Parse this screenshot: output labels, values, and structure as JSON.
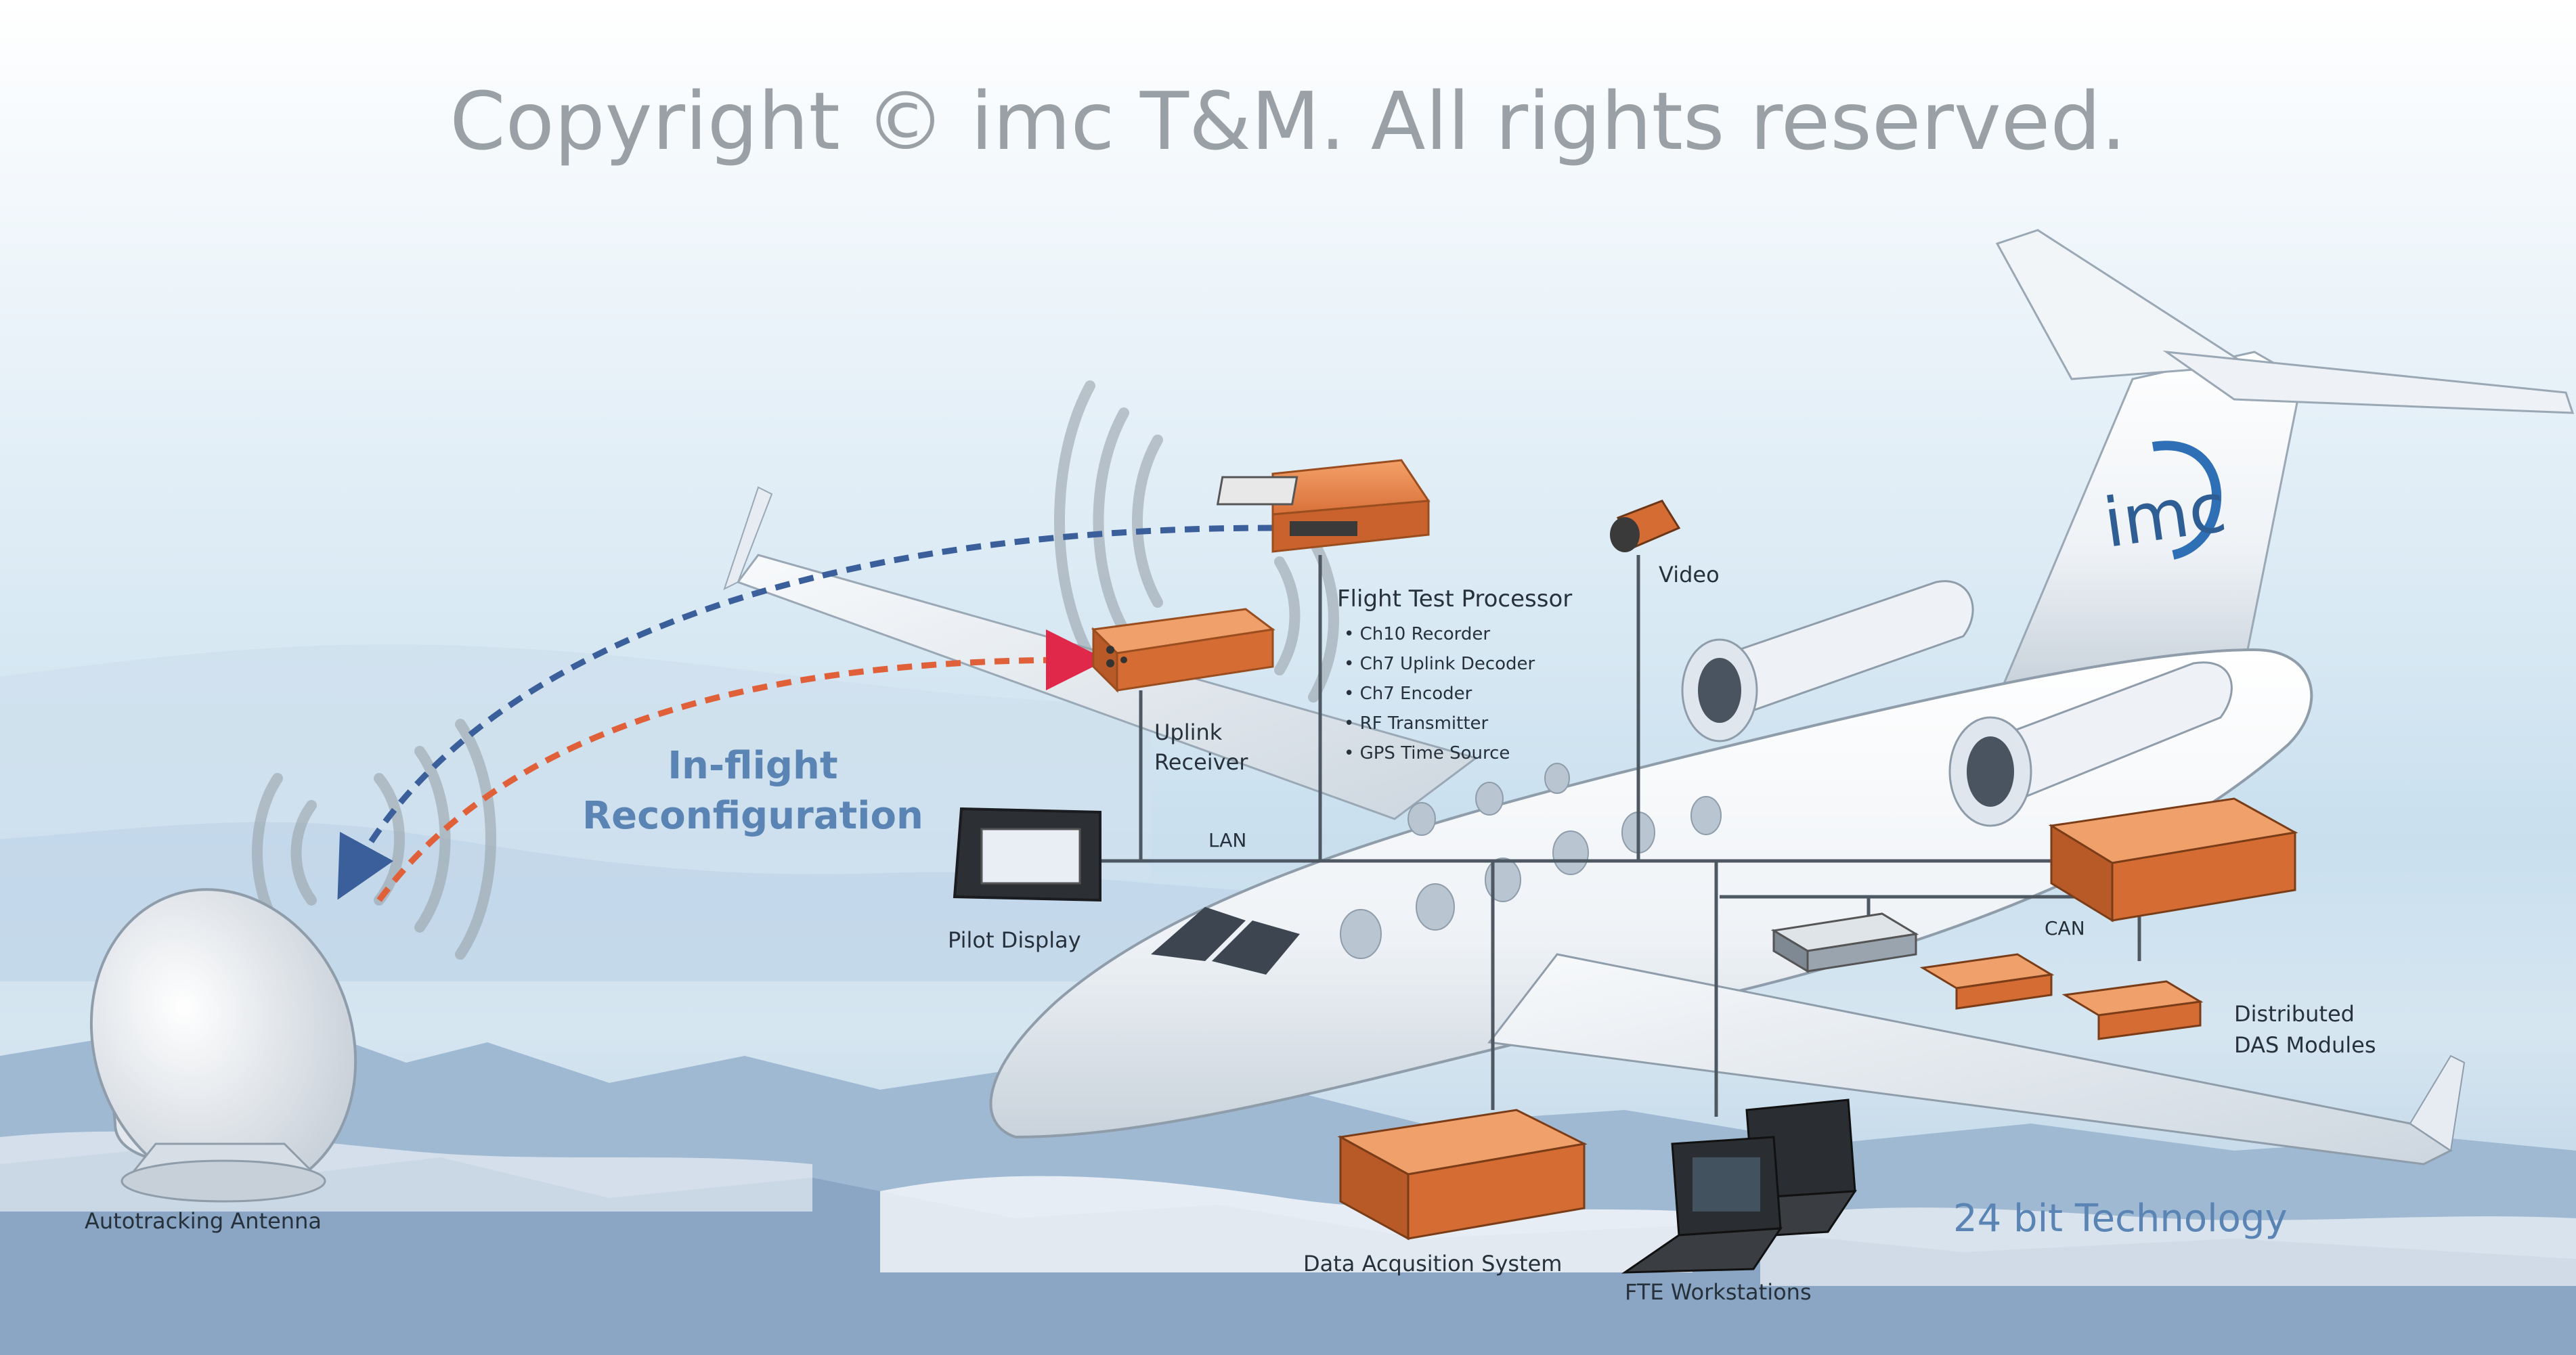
{
  "copyright": "Copyright © imc T&M. All rights reserved.",
  "logo_text": "imc",
  "labels": {
    "flight_test_processor": "Flight Test Processor",
    "video": "Video",
    "uplink_receiver_line1": "Uplink",
    "uplink_receiver_line2": "Receiver",
    "lan": "LAN",
    "can": "CAN",
    "pilot_display": "Pilot Display",
    "in_flight_line1": "In-flight",
    "in_flight_line2": "Reconfiguration",
    "distributed_line1": "Distributed",
    "distributed_line2": "DAS Modules",
    "data_acquisition": "Data Acqusition System",
    "fte_workstations": "FTE Workstations",
    "autotracking_antenna": "Autotracking Antenna",
    "technology": "24 bit Technology"
  },
  "processor_features": [
    "Ch10 Recorder",
    "Ch7 Uplink Decoder",
    "Ch7 Encoder",
    "RF Transmitter",
    "GPS Time Source"
  ],
  "colors": {
    "device_orange": "#e07a3c",
    "downlink_arrow": "#3a5f9a",
    "uplink_arrow": "#e0603a",
    "accent_text": "#5a84b4"
  }
}
